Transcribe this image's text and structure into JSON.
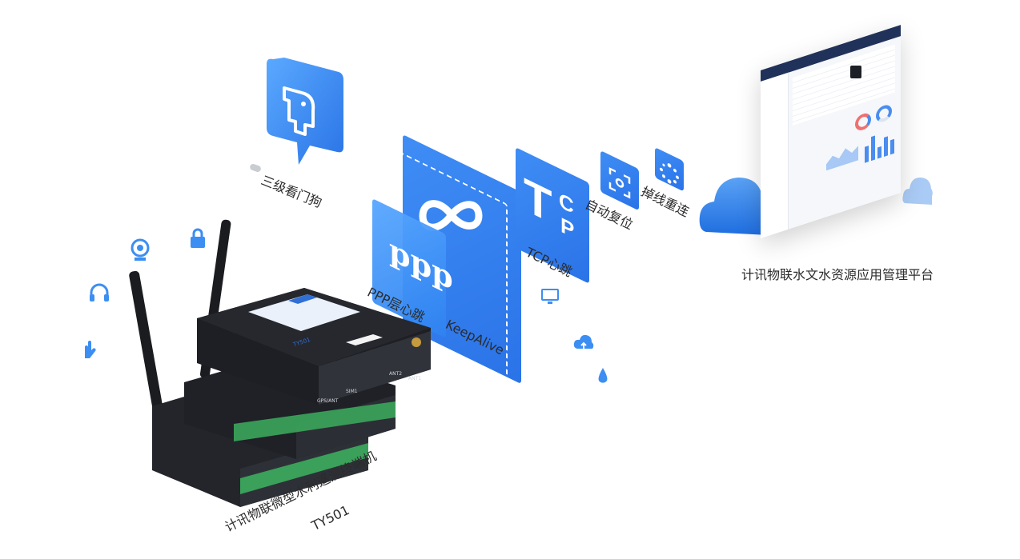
{
  "labels": {
    "watchdog": "三级看门狗",
    "ppp_heartbeat": "PPP层心跳",
    "keepalive": "KeepAlive",
    "tcp_heartbeat": "TCP心跳",
    "auto_reset": "自动复位",
    "reconnect": "掉线重连",
    "platform": "计讯物联水文水资源应用管理平台",
    "device_name": "计讯物联微型水利遥测终端机",
    "device_model": "TY501"
  },
  "tiles": {
    "ppp_text": "ppp",
    "tcp_t": "T",
    "tcp_c": "C",
    "tcp_p": "P"
  },
  "device": {
    "label_model": "TY501",
    "port_ant1": "ANT1",
    "port_ant2": "ANT2",
    "port_sim": "SIM1",
    "port_gps": "GPS/ANT"
  },
  "colors": {
    "accent": "#2e7ff0",
    "accent_light": "#58a7ff",
    "device_body": "#1d1f24",
    "terminal_green": "#3aa05a"
  },
  "icons": [
    "watchdog-icon",
    "infinity-icon",
    "tcp-icon",
    "reset-icon",
    "reconnect-icon",
    "cloud-icon",
    "lock-icon",
    "headset-icon",
    "camera-icon",
    "monitor-icon",
    "water-drop-icon"
  ]
}
